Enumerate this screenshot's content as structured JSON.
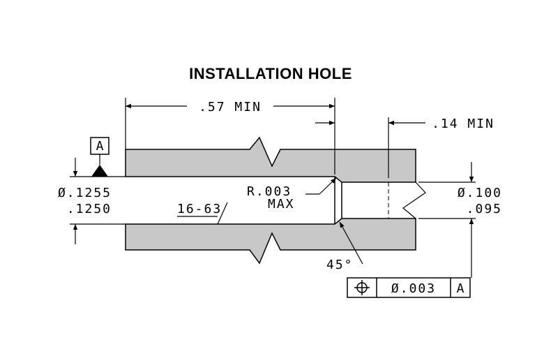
{
  "title": "INSTALLATION HOLE",
  "dimensions": {
    "length_min": ".57 MIN",
    "step_min": ".14 MIN",
    "bore_dia_upper": "Ø.1255",
    "bore_dia_lower": ".1250",
    "small_dia_upper": "Ø.100",
    "small_dia_lower": ".095",
    "radius_line1": "R.003",
    "radius_line2": "MAX",
    "chamfer_angle": "45°",
    "surface_finish": "16-63"
  },
  "datum": {
    "label": "A"
  },
  "feature_control_frame": {
    "symbol": "position-icon",
    "tolerance": "Ø.003",
    "datum": "A"
  }
}
